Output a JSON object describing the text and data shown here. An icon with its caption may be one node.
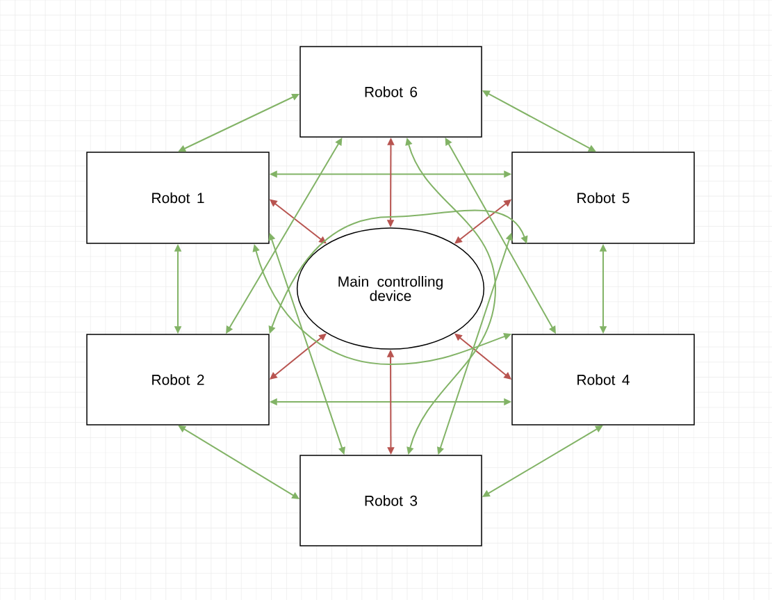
{
  "diagram": {
    "nodes": [
      {
        "text": [
          "Robot 6"
        ]
      },
      {
        "text": [
          "Robot 1"
        ]
      },
      {
        "text": [
          "Robot 5"
        ]
      },
      {
        "text": [
          "Main controlling device"
        ]
      },
      {
        "text": [
          "Robot 2"
        ]
      },
      {
        "text": [
          "Robot 4"
        ]
      },
      {
        "text": [
          "Robot 3"
        ]
      }
    ],
    "edges": [
      {
        "from": 1,
        "to": 0,
        "arrow": "both"
      },
      {
        "from": 0,
        "to": 2,
        "arrow": "both"
      },
      {
        "from": 1,
        "to": 2,
        "arrow": "both"
      },
      {
        "from": 1,
        "to": 4,
        "arrow": "both"
      },
      {
        "from": 2,
        "to": 5,
        "arrow": "both"
      },
      {
        "from": 4,
        "to": 5,
        "arrow": "both"
      },
      {
        "from": 4,
        "to": 6,
        "arrow": "both"
      },
      {
        "from": 5,
        "to": 6,
        "arrow": "both"
      },
      {
        "from": 0,
        "to": 3,
        "arrow": "both",
        "color": "#b85450"
      },
      {
        "from": 1,
        "to": 3,
        "arrow": "both",
        "color": "#b85450"
      },
      {
        "from": 2,
        "to": 3,
        "arrow": "both",
        "color": "#b85450"
      },
      {
        "from": 4,
        "to": 3,
        "arrow": "both",
        "color": "#b85450"
      },
      {
        "from": 5,
        "to": 3,
        "arrow": "both",
        "color": "#b85450"
      },
      {
        "from": 6,
        "to": 3,
        "arrow": "both",
        "color": "#b85450"
      },
      {
        "from": 4,
        "to": 0,
        "arrow": "both"
      },
      {
        "from": 5,
        "to": 0,
        "arrow": "both"
      },
      {
        "from": 1,
        "to": 5,
        "arrow": "both"
      },
      {
        "from": 1,
        "to": 6,
        "arrow": "both"
      },
      {
        "from": 2,
        "to": 4,
        "arrow": "both"
      },
      {
        "from": 2,
        "to": 6,
        "arrow": "both"
      },
      {
        "from": 6,
        "to": 0,
        "arrow": "both"
      }
    ]
  }
}
